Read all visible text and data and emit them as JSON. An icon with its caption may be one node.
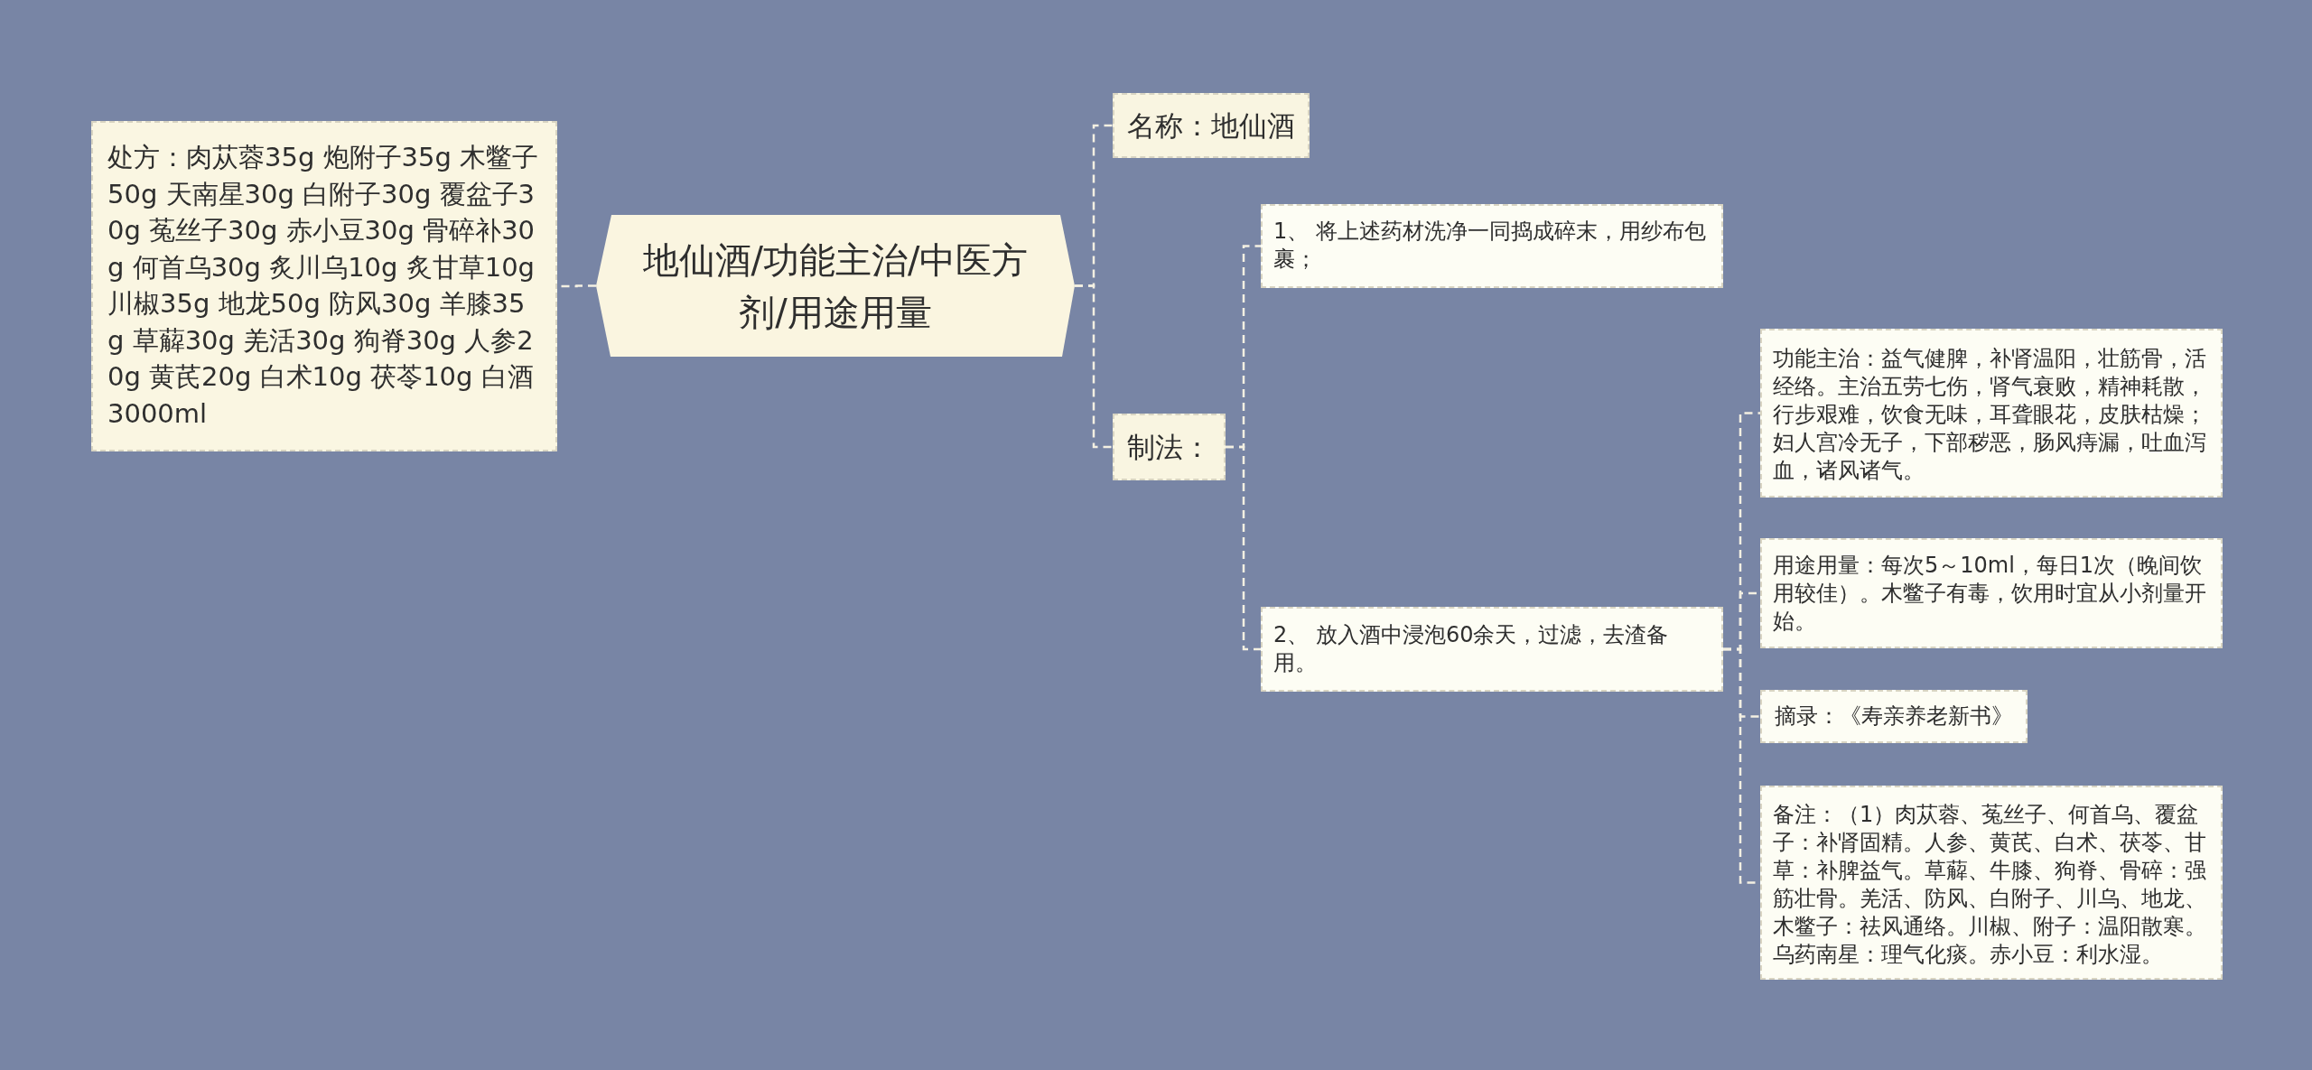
{
  "diagram": {
    "nodes": [
      {
        "text": [
          "地仙酒/功能主治/中医方剂/用途用量"
        ]
      },
      {
        "text": [
          "处方：肉苁蓉35g 炮附子35g 木鳖子50g 天南星30g 白附子30g 覆盆子30g 菟丝子30g 赤小豆30g 骨碎补30g 何首乌30g 炙川乌10g 炙甘草10g 川椒35g 地龙50g 防风30g 羊膝35g 草薢30g 羌活30g 狗脊30g 人参20g 黄芪20g 白术10g 茯苓10g 白酒3000ml"
        ]
      },
      {
        "text": [
          "名称：地仙酒"
        ]
      },
      {
        "text": [
          "制法："
        ]
      },
      {
        "text": [
          "1、 将上述药材洗净一同捣成碎末，用纱布包裹；"
        ]
      },
      {
        "text": [
          "2、 放入酒中浸泡60余天，过滤，去渣备用。"
        ]
      },
      {
        "text": [
          "功能主治：益气健脾，补肾温阳，壮筋骨，活经络。主治五劳七伤，肾气衰败，精神耗散，行步艰难，饮食无味，耳聋眼花，皮肤枯燥；妇人宫冷无子，下部秽恶，肠风痔漏，吐血泻血，诸风诸气。"
        ]
      },
      {
        "text": [
          "用途用量：每次5～10ml，每日1次（晚间饮用较佳）。木鳖子有毒，饮用时宜从小剂量开始。"
        ]
      },
      {
        "text": [
          "摘录：《寿亲养老新书》"
        ]
      },
      {
        "text": [
          "备注：（1）肉苁蓉、菟丝子、何首乌、覆盆子：补肾固精。人参、黄芪、白术、茯苓、甘草：补脾益气。草薢、牛膝、狗脊、骨碎：强筋壮骨。羌活、防风、白附子、川乌、地龙、木鳖子：祛风通络。川椒、附子：温阳散寒。乌药南星：理气化痰。赤小豆：利水湿。"
        ]
      }
    ],
    "edges": [
      {
        "from": 0,
        "to": 1,
        "arrow": "none",
        "style": "dashed"
      },
      {
        "from": 0,
        "to": 2,
        "arrow": "none",
        "style": "dashed"
      },
      {
        "from": 0,
        "to": 3,
        "arrow": "none",
        "style": "dashed"
      },
      {
        "from": 3,
        "to": 4,
        "arrow": "none",
        "style": "dashed"
      },
      {
        "from": 3,
        "to": 5,
        "arrow": "none",
        "style": "dashed"
      },
      {
        "from": 5,
        "to": 6,
        "arrow": "none",
        "style": "dashed"
      },
      {
        "from": 5,
        "to": 7,
        "arrow": "none",
        "style": "dashed"
      },
      {
        "from": 5,
        "to": 8,
        "arrow": "none",
        "style": "dashed"
      },
      {
        "from": 5,
        "to": 9,
        "arrow": "none",
        "style": "dashed"
      }
    ]
  }
}
